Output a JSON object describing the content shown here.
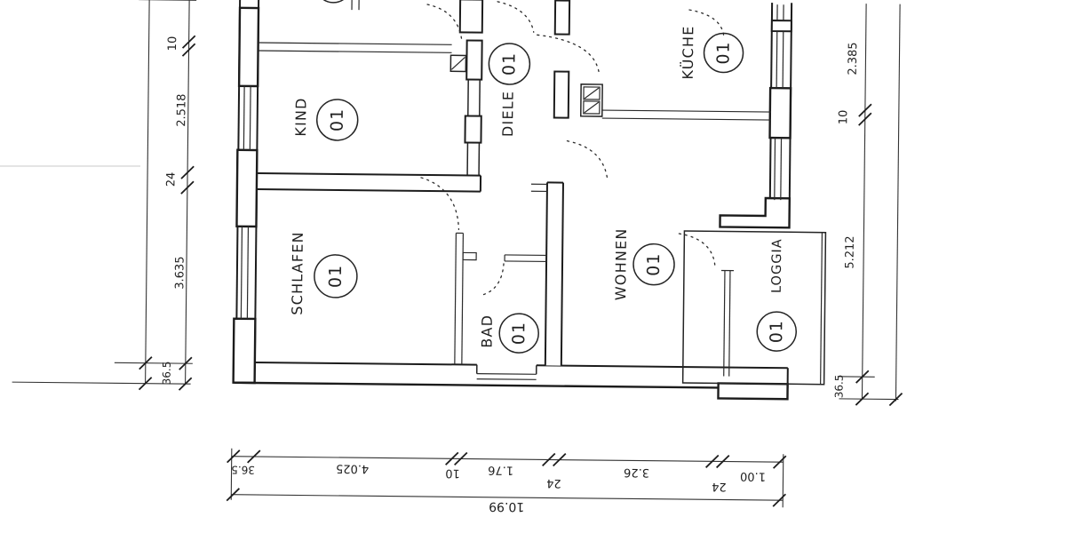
{
  "plan": {
    "title": "apartment floor plan (scanned, rotated)",
    "rooms": [
      {
        "name": "kind",
        "label": "KIND",
        "number": "01"
      },
      {
        "name": "schlafen",
        "label": "SCHLAFEN",
        "number": "01"
      },
      {
        "name": "diele",
        "label": "DIELE",
        "number": "01"
      },
      {
        "name": "kueche",
        "label": "KÜCHE",
        "number": "01"
      },
      {
        "name": "bad",
        "label": "BAD",
        "number": "01"
      },
      {
        "name": "wohnen",
        "label": "WOHNEN",
        "number": "01"
      },
      {
        "name": "loggia",
        "label": "LOGGIA",
        "number": "01"
      }
    ],
    "dimensions": {
      "left": [
        "10",
        "2.518",
        "24",
        "3.635",
        "36.5"
      ],
      "right": [
        "2.385",
        "10",
        "5.212",
        "36.5"
      ],
      "bottom": [
        "36.5",
        "4.025",
        "10",
        "1.76",
        "24",
        "3.26",
        "24",
        "1.00"
      ],
      "bottom_total": "10.99"
    },
    "colors": {
      "ink": "#1f1f1f",
      "paper": "#ffffff"
    }
  }
}
